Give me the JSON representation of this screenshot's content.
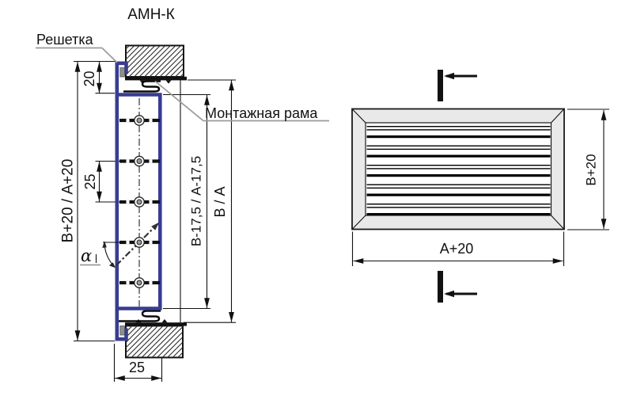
{
  "title": "АМН-К",
  "section_view": {
    "grille_label": "Решетка",
    "mounting_frame_label": "Монтажная рама",
    "angle_label": "α",
    "dim_flange_offset": "20",
    "dim_louver_pitch": "25",
    "dim_overall": "В+20 / А+20",
    "dim_neck": "В-17,5 / А-17,5",
    "dim_opening": "В / А",
    "dim_depth": "25"
  },
  "front_view": {
    "dim_width": "А+20",
    "dim_height": "В+20"
  },
  "colors": {
    "profile_blue": "#383c92",
    "frame_fill": "#e9e9e9",
    "line_black": "#111111",
    "leader_gray": "#9a9a9a"
  }
}
